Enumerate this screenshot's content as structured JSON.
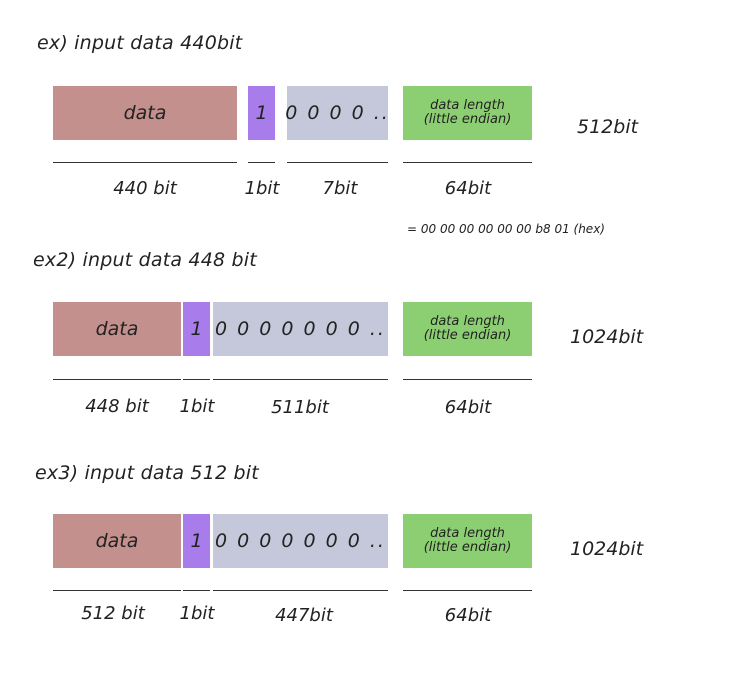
{
  "colors": {
    "data": "#c4908e",
    "one": "#a87cea",
    "zeros": "#c4c8da",
    "length": "#8ccf72",
    "text": "#222222",
    "line": "#333333"
  },
  "examples": [
    {
      "heading": "ex) input data 440bit",
      "data_label": "data",
      "one_label": "1",
      "zeros_label": "0 0 0 0 ..",
      "length_label": "data length\n(little endian)",
      "total": "512bit",
      "dims": [
        "440 bit",
        "1bit",
        "7bit",
        "64bit"
      ],
      "note": "= 00 00 00 00 00 00 b8 01 (hex)"
    },
    {
      "heading": "ex2) input data 448 bit",
      "data_label": "data",
      "one_label": "1",
      "zeros_label": "0 0 0 0 0 0 0 ..",
      "length_label": "data length\n(little endian)",
      "total": "1024bit",
      "dims": [
        "448 bit",
        "1bit",
        "511bit",
        "64bit"
      ]
    },
    {
      "heading": "ex3) input data 512 bit",
      "data_label": "data",
      "one_label": "1",
      "zeros_label": "0 0 0 0 0 0 0 ..",
      "length_label": "data length\n(little endian)",
      "total": "1024bit",
      "dims": [
        "512 bit",
        "1bit",
        "447bit",
        "64bit"
      ]
    }
  ]
}
